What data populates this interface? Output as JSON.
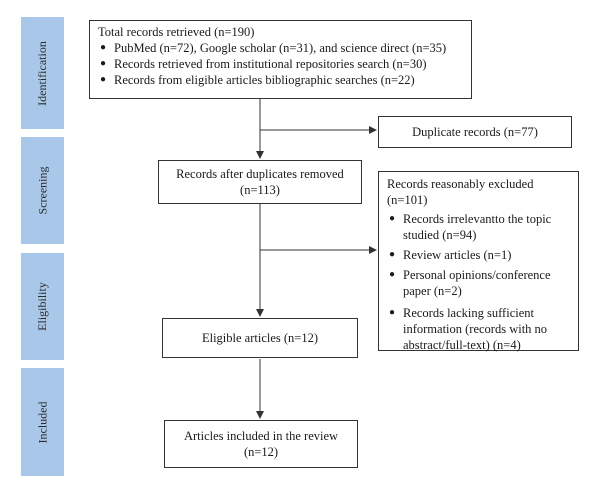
{
  "phases": [
    "Identification",
    "Screening",
    "Eligibility",
    "Included"
  ],
  "identification": {
    "title": "Total records retrieved (n=190)",
    "items": [
      "PubMed (n=72), Google scholar (n=31), and science direct (n=35)",
      "Records retrieved from institutional repositories search (n=30)",
      "Records from eligible articles bibliographic searches (n=22)"
    ]
  },
  "duplicates": "Duplicate records (n=77)",
  "after_duplicates": {
    "line1": "Records after duplicates removed",
    "line2": "(n=113)"
  },
  "excluded": {
    "title": "Records reasonably excluded",
    "count": "(n=101)",
    "items": [
      "Records irrelevantto the topic studied (n=94)",
      "Review articles (n=1)",
      "Personal opinions/conference paper (n=2)",
      "Records lacking sufficient information (records with no abstract/full-text) (n=4)"
    ]
  },
  "eligible": "Eligible articles (n=12)",
  "included": {
    "line1": "Articles included in the review",
    "line2": "(n=12)"
  }
}
